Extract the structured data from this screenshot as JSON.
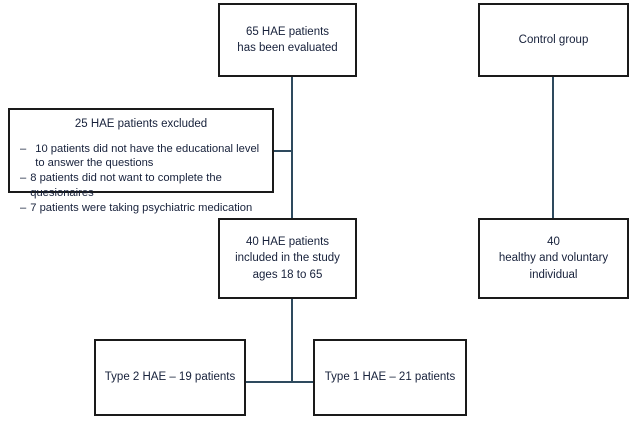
{
  "diagram": {
    "title": "HAE patient study flow diagram",
    "colors": {
      "box_border": "#1a1a1a",
      "connector": "#2e4a5e",
      "text": "#16203a",
      "background": "#ffffff"
    },
    "nodes": {
      "evaluated": {
        "text": "65 HAE patients\nhas been evaluated",
        "line1": "65 HAE patients",
        "line2": "has been evaluated",
        "count": 65
      },
      "excluded": {
        "title": "25 HAE patients excluded",
        "count": 25,
        "items": [
          {
            "dash": "–",
            "text": "10 patients did not have the educational level\nto answer the questions",
            "count": 10
          },
          {
            "dash": "–",
            "text": "8 patients did not want to complete the quesionaires",
            "count": 8
          },
          {
            "dash": "–",
            "text": "7 patients were taking psychiatric medication",
            "count": 7
          }
        ]
      },
      "included": {
        "text": "40 HAE patients\nincluded in the study\nages 18 to 65",
        "line1": "40 HAE patients",
        "line2": "included in the study",
        "line3": "ages 18 to 65",
        "count": 40,
        "age_min": 18,
        "age_max": 65
      },
      "type2": {
        "text": "Type 2 HAE – 19 patients",
        "count": 19
      },
      "type1": {
        "text": "Type 1 HAE – 21 patients",
        "count": 21
      },
      "control": {
        "text": "Control group"
      },
      "healthy": {
        "text": "40\nhealthy and voluntary\nindividual",
        "line1": "40",
        "line2": "healthy and voluntary",
        "line3": "individual",
        "count": 40
      }
    }
  }
}
